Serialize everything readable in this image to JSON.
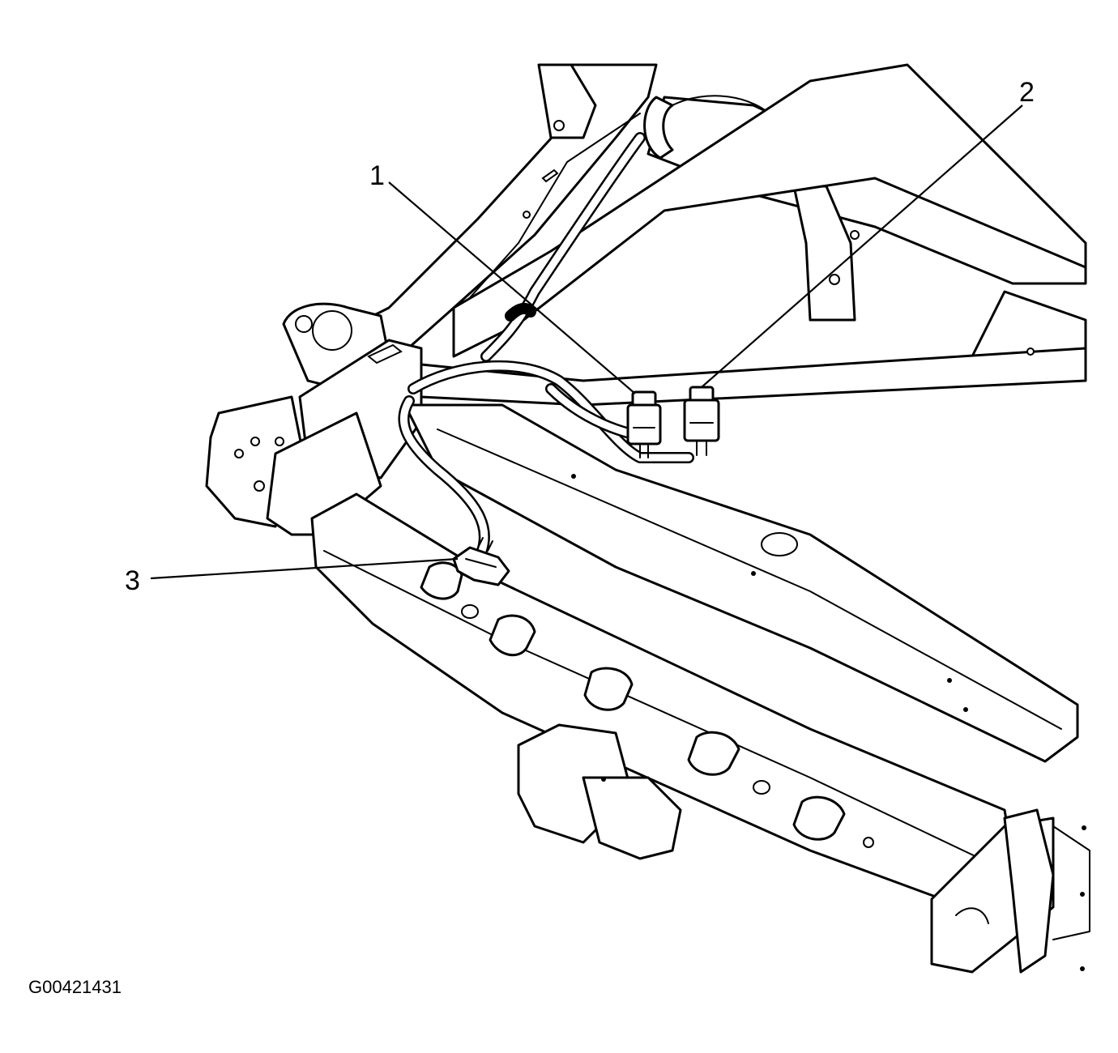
{
  "diagram": {
    "callouts": [
      {
        "id": "1",
        "label": "1"
      },
      {
        "id": "2",
        "label": "2"
      },
      {
        "id": "3",
        "label": "3"
      }
    ],
    "figure_id": "G00421431",
    "colors": {
      "ink": "#000000",
      "paper": "#ffffff"
    }
  }
}
